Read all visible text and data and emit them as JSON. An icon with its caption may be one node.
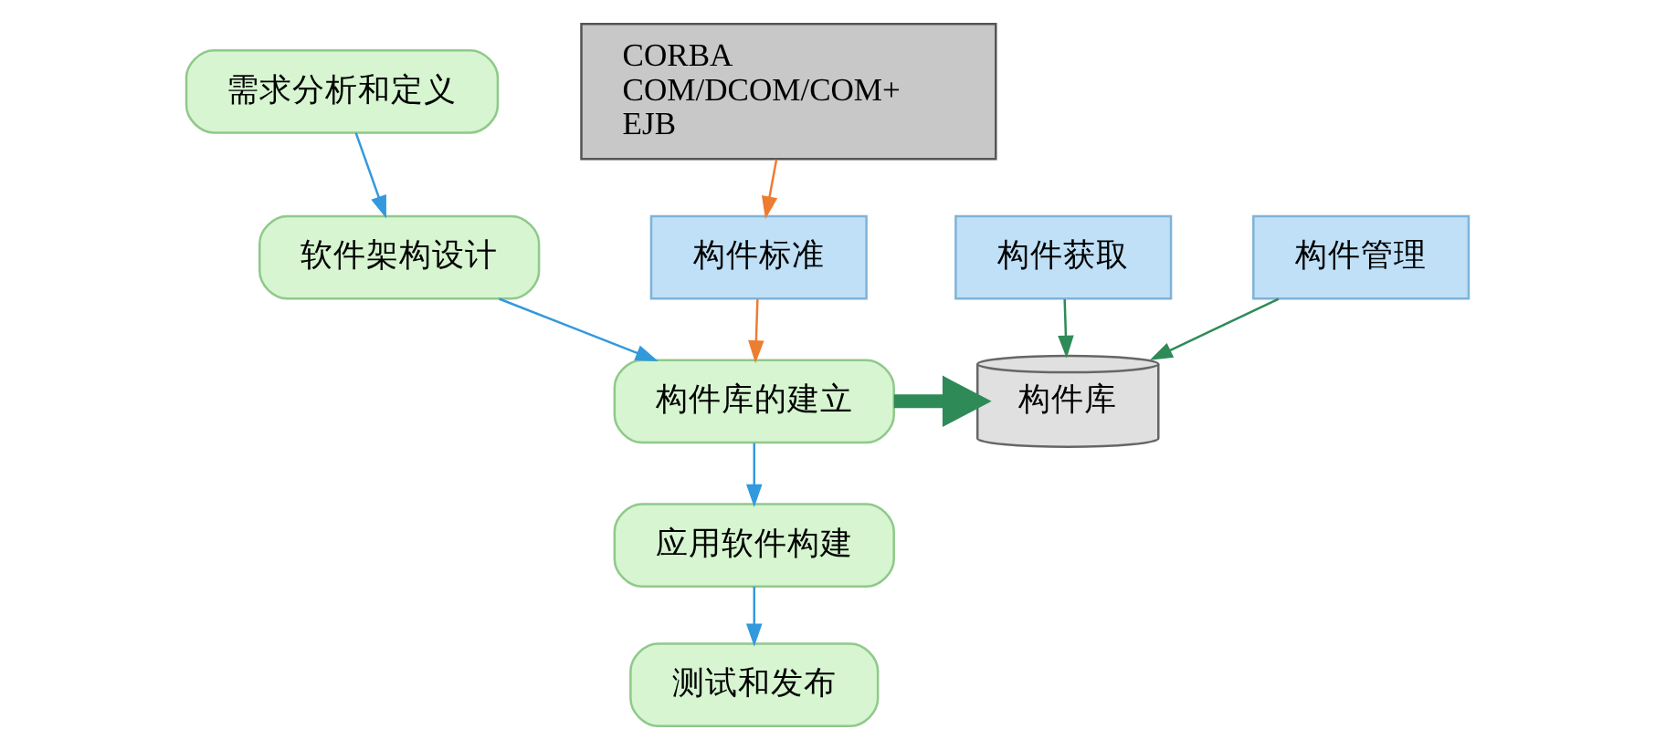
{
  "diagram": {
    "nodes": [
      {
        "text": [
          "需求分析和定义"
        ]
      },
      {
        "text": [
          "软件架构设计"
        ]
      },
      {
        "text": [
          "构件库的建立"
        ]
      },
      {
        "text": [
          "应用软件构建"
        ]
      },
      {
        "text": [
          "测试和发布"
        ]
      },
      {
        "text": [
          "CORBA COM/DCOM/COM+ EJB"
        ]
      },
      {
        "text": [
          "构件标准"
        ]
      },
      {
        "text": [
          "构件库"
        ]
      },
      {
        "text": [
          "构件获取"
        ]
      },
      {
        "text": [
          "构件管理"
        ]
      }
    ],
    "edges": [
      {
        "from": 0,
        "to": 1,
        "arrow": "to"
      },
      {
        "from": 1,
        "to": 2,
        "arrow": "to"
      },
      {
        "from": 2,
        "to": 3,
        "arrow": "to"
      },
      {
        "from": 3,
        "to": 4,
        "arrow": "to"
      },
      {
        "from": 5,
        "to": 6,
        "arrow": "to",
        "color": "#ed7d31"
      },
      {
        "from": 6,
        "to": 2,
        "arrow": "to",
        "color": "#ed7d31"
      },
      {
        "from": 2,
        "to": 7,
        "arrow": "to",
        "style": "thick",
        "color": "#2e8b57"
      },
      {
        "from": 8,
        "to": 7,
        "arrow": "to",
        "color": "#2e8b57"
      },
      {
        "from": 9,
        "to": 7,
        "arrow": "to",
        "color": "#2e8b57"
      }
    ]
  }
}
